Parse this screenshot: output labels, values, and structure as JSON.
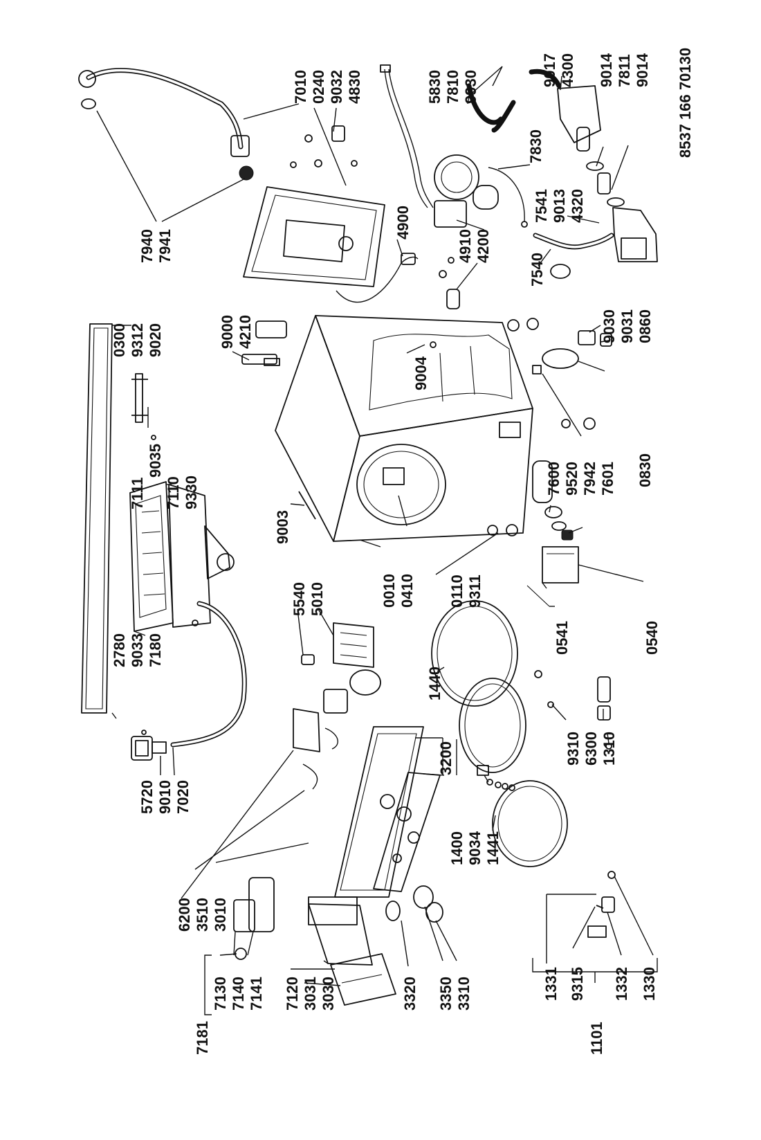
{
  "drawing_code": "8537 166 70130",
  "labels": [
    "7010",
    "0240",
    "9032",
    "4830",
    "5830",
    "7810",
    "9930",
    "9017",
    "4300",
    "9014",
    "7811",
    "9014",
    "7830",
    "7541",
    "9013",
    "4320",
    "7540",
    "4910",
    "4200",
    "4900",
    "7940",
    "7941",
    "0300",
    "9312",
    "9020",
    "9000",
    "4210",
    "9004",
    "9030",
    "9031",
    "0860",
    "0830",
    "9035",
    "7111",
    "7110",
    "9330",
    "9003",
    "7600",
    "9520",
    "7942",
    "7601",
    "2780",
    "9033",
    "7180",
    "0010",
    "0410",
    "0110",
    "9311",
    "5540",
    "5010",
    "0541",
    "0540",
    "1440",
    "9310",
    "6300",
    "1310",
    "5720",
    "9010",
    "7020",
    "3200",
    "1400",
    "9034",
    "1441",
    "6200",
    "3510",
    "3010",
    "7130",
    "7140",
    "7141",
    "7181",
    "7120",
    "3031",
    "3030",
    "3320",
    "3350",
    "3310",
    "1331",
    "9315",
    "1332",
    "1330",
    "1101"
  ],
  "bracket_groups": [
    {
      "key": "7181",
      "members": [
        "7130",
        "7140"
      ]
    },
    {
      "key": "1101",
      "members": [
        "1331",
        "9315",
        "1332",
        "1330"
      ]
    }
  ]
}
